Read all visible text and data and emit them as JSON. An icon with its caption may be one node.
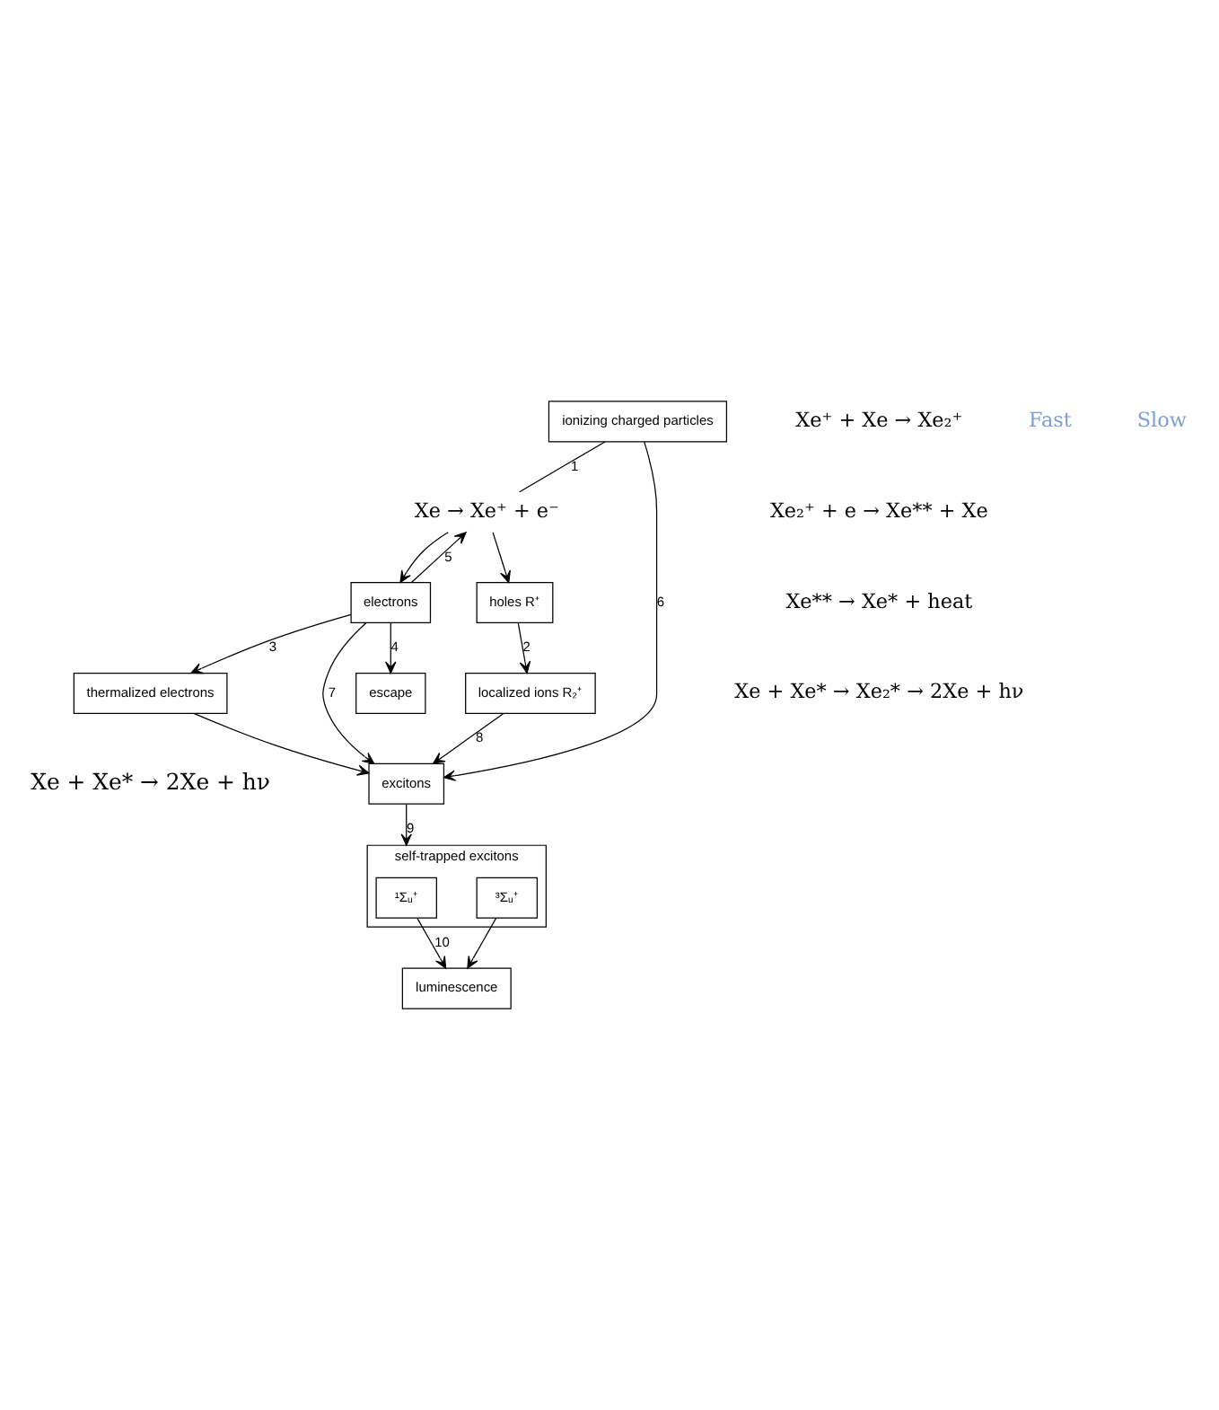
{
  "diagram": {
    "nodes": [
      {
        "text": [
          "ionizing charged particles"
        ]
      },
      {
        "text": [
          "Xe → Xe⁺ + e⁻"
        ]
      },
      {
        "text": [
          "holes R⁺"
        ]
      },
      {
        "text": [
          "electrons"
        ]
      },
      {
        "text": [
          "escape"
        ]
      },
      {
        "text": [
          "localized ions R₂⁺"
        ]
      },
      {
        "text": [
          "thermalized electrons"
        ]
      },
      {
        "text": [
          "excitons"
        ]
      },
      {
        "text": [
          "self-trapped excitons"
        ]
      },
      {
        "text": [
          "¹Σᵤ⁺"
        ],
        "in": 8
      },
      {
        "text": [
          "³Σᵤ⁺"
        ],
        "in": 8
      },
      {
        "text": [
          "luminescence"
        ]
      }
    ],
    "edges": [
      {
        "from": 0,
        "to": 1,
        "arrow": "none",
        "label": "1"
      },
      {
        "from": 1,
        "to": 2,
        "arrow": "to"
      },
      {
        "from": 1,
        "to": 3,
        "arrow": "to"
      },
      {
        "from": 3,
        "to": 4,
        "arrow": "to",
        "label": "4"
      },
      {
        "from": 2,
        "to": 5,
        "arrow": "to",
        "label": "2"
      },
      {
        "from": 3,
        "to": 6,
        "arrow": "to",
        "label": "3"
      },
      {
        "from": 3,
        "to": 1,
        "arrow": "to",
        "label": "5"
      },
      {
        "from": 0,
        "to": 7,
        "arrow": "to",
        "label": "6"
      },
      {
        "from": 3,
        "to": 7,
        "arrow": "to",
        "label": "7"
      },
      {
        "from": 5,
        "to": 7,
        "arrow": "to",
        "label": "8"
      },
      {
        "from": 6,
        "to": 7,
        "arrow": "to"
      },
      {
        "from": 7,
        "to": 8,
        "arrow": "to",
        "label": "9"
      },
      {
        "from": 9,
        "to": 11,
        "arrow": "to",
        "label": "10"
      },
      {
        "from": 10,
        "to": 11,
        "arrow": "to"
      }
    ],
    "labels": [
      "Xe + Xe* → 2Xe + hν",
      "Xe⁺ + Xe → Xe₂⁺",
      "Fast",
      "Slow",
      "Xe₂⁺ + e → Xe** + Xe",
      "Xe** → Xe* + heat",
      "Xe + Xe* → Xe₂* → 2Xe + hν"
    ]
  }
}
